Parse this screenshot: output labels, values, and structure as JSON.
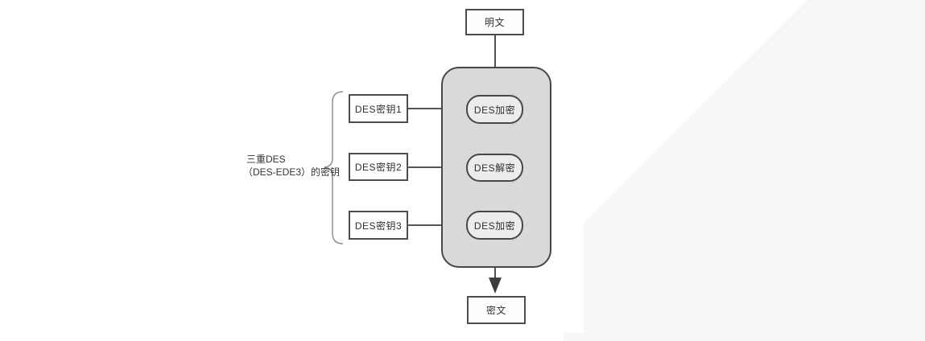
{
  "diagram": {
    "plaintext": {
      "label": "明文"
    },
    "ciphertext": {
      "label": "密文"
    },
    "stages": [
      {
        "label": "DES加密"
      },
      {
        "label": "DES解密"
      },
      {
        "label": "DES加密"
      }
    ],
    "keys": [
      {
        "label": "DES密钥1"
      },
      {
        "label": "DES密钥2"
      },
      {
        "label": "DES密钥3"
      }
    ],
    "brace_label": {
      "line1": "三重DES",
      "line2": "（DES-EDE3）的密钥"
    },
    "colors": {
      "background": "#ffffff",
      "page_shade": "#f7f7f7",
      "container_fill": "#d9d9d9",
      "stage_fill": "#ececec",
      "box_fill": "#fefefe",
      "border": "#474747",
      "arrow": "#3d3d3d",
      "brace": "#8f8f8f",
      "text": "#2f2f2f"
    }
  }
}
